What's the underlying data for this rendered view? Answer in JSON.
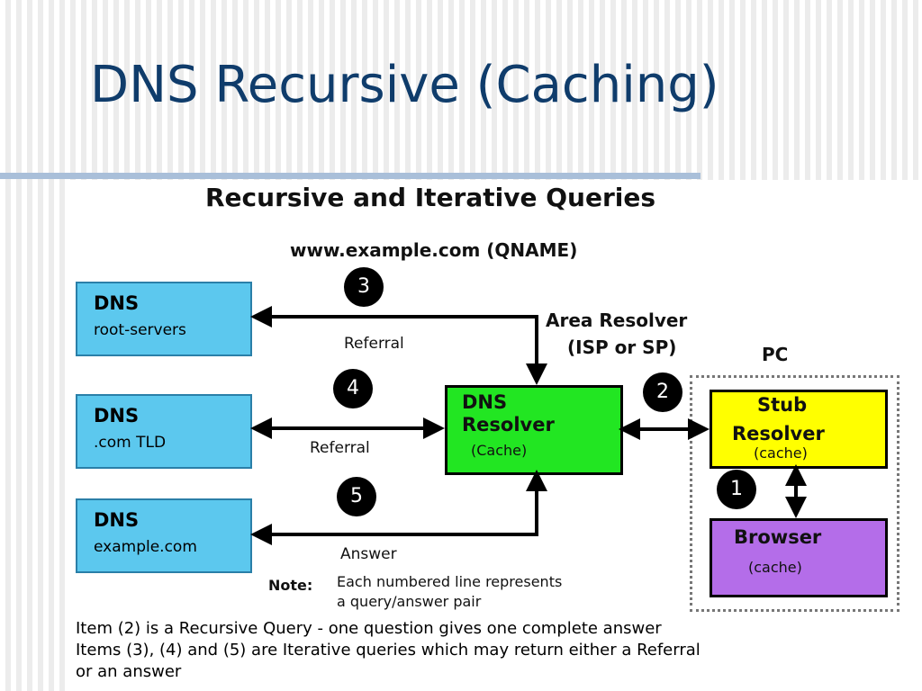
{
  "slide": {
    "title": "DNS Recursive (Caching)"
  },
  "diagram": {
    "title": "Recursive and Iterative Queries",
    "qname": "www.example.com (QNAME)",
    "area_resolver_line1": "Area Resolver",
    "area_resolver_line2": "(ISP or SP)",
    "pc_label": "PC",
    "servers": [
      {
        "line1": "DNS",
        "line2": "root-servers"
      },
      {
        "line1": "DNS",
        "line2": ".com TLD"
      },
      {
        "line1": "DNS",
        "line2": "example.com"
      }
    ],
    "dns_resolver": {
      "line1": "DNS",
      "line2": "Resolver",
      "line3": "(Cache)"
    },
    "stub_resolver": {
      "line1": "Stub",
      "line2": "Resolver",
      "line3": "(cache)"
    },
    "browser": {
      "line1": "Browser",
      "line2": "(cache)"
    },
    "numbers": [
      "3",
      "4",
      "5",
      "2",
      "1"
    ],
    "edge_labels": {
      "referral_1": "Referral",
      "referral_2": "Referral",
      "answer": "Answer"
    },
    "note_label": "Note:",
    "note_line1": "Each numbered line represents",
    "note_line2": "a query/answer pair",
    "colors": {
      "server": "#5cc8ee",
      "dns_resolver": "#22e622",
      "stub_resolver": "#ffff00",
      "browser": "#b46de9",
      "title": "#0f3c6b"
    }
  },
  "footer": {
    "line1": "Item (2) is a Recursive Query - one question gives one complete answer",
    "line2": "Items (3), (4) and (5) are Iterative queries which may return either a Referral",
    "line3": "or an answer"
  }
}
